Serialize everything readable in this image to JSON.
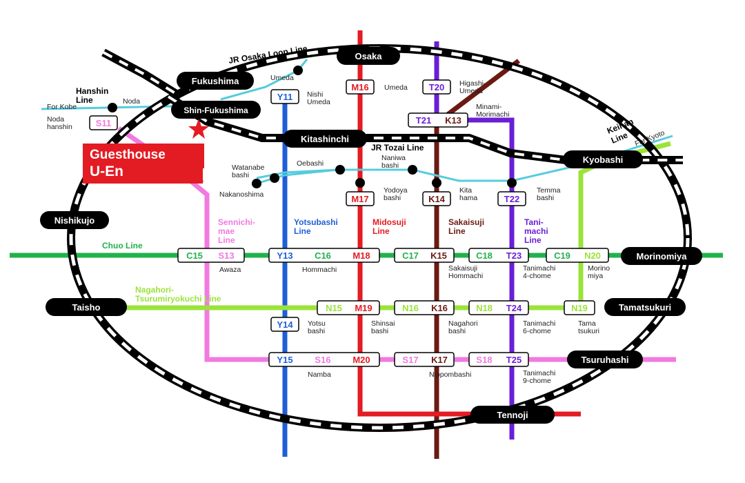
{
  "loop_line": {
    "name": "JR Osaka Loop Line"
  },
  "tozai_line": {
    "name": "JR Tozai Line"
  },
  "hanshin": {
    "name_l1": "Hanshin",
    "name_l2": "Line",
    "for_kobe": "For Kobe",
    "noda": "Noda",
    "noda_hanshin_l1": "Noda",
    "noda_hanshin_l2": "hanshin"
  },
  "keihan": {
    "name_l1": "Keihan",
    "name_l2": "Line",
    "for_kyoto": "For Kyoto"
  },
  "guesthouse": {
    "line1": "Guesthouse",
    "line2": "U-En"
  },
  "jr_stations": {
    "osaka": "Osaka",
    "fukushima": "Fukushima",
    "shin_fukushima": "Shin-Fukushima",
    "kitashinchi": "Kitashinchi",
    "kyobashi": "Kyobashi",
    "nishikujo": "Nishikujo",
    "morinomiya": "Morinomiya",
    "taisho": "Taisho",
    "tamatsukuri": "Tamatsukuri",
    "tsuruhashi": "Tsuruhashi",
    "tennoji": "Tennoji"
  },
  "line_names": {
    "sennichimae": [
      "Sennichi-",
      "mae",
      "Line"
    ],
    "yotsubashi": [
      "Yotsubashi",
      "Line"
    ],
    "midosuji": [
      "Midosuji",
      "Line"
    ],
    "sakaisuji": [
      "Sakaisuji",
      "Line"
    ],
    "tanimachi": [
      "Tani-",
      "machi",
      "Line"
    ],
    "chuo": "Chuo Line",
    "nagahori": [
      "Nagahori-",
      "Tsurumiryokuchi Line"
    ]
  },
  "codes": {
    "y11": "Y11",
    "m16": "M16",
    "t20": "T20",
    "s11": "S11",
    "t21": "T21",
    "k13": "K13",
    "m17": "M17",
    "k14": "K14",
    "t22": "T22",
    "c15": "C15",
    "s13": "S13",
    "y13": "Y13",
    "c16": "C16",
    "m18": "M18",
    "c17": "C17",
    "k15": "K15",
    "c18": "C18",
    "t23": "T23",
    "c19": "C19",
    "n20": "N20",
    "n15": "N15",
    "m19": "M19",
    "n16": "N16",
    "k16": "K16",
    "n18": "N18",
    "t24": "T24",
    "n19": "N19",
    "y14": "Y14",
    "y15": "Y15",
    "s16": "S16",
    "m20": "M20",
    "s17": "S17",
    "k17": "K17",
    "s18": "S18",
    "t25": "T25"
  },
  "names": {
    "umeda_top": "Umeda",
    "nishi_umeda": [
      "Nishi",
      "Umeda"
    ],
    "umeda": "Umeda",
    "higashi_umeda": [
      "Higashi-",
      "Umeda"
    ],
    "minami_morimachi": [
      "Minami-",
      "Morimachi"
    ],
    "watanabe_bashi": [
      "Watanabe",
      "bashi"
    ],
    "oebashi": "Oebashi",
    "naniwa_bashi": [
      "Naniwa",
      "bashi"
    ],
    "nakanoshima": "Nakanoshima",
    "yodoya_bashi": [
      "Yodoya",
      "bashi"
    ],
    "kita_hama": [
      "Kita",
      "hama"
    ],
    "temma_bashi": [
      "Temma",
      "bashi"
    ],
    "awaza": "Awaza",
    "hommachi": "Hommachi",
    "sakaisuji_hommachi": [
      "Sakaisuji",
      "Hommachi"
    ],
    "tanimachi_4": [
      "Tanimachi",
      "4-chome"
    ],
    "morino_miya": [
      "Morino",
      "miya"
    ],
    "yotsu_bashi": [
      "Yotsu",
      "bashi"
    ],
    "shinsai_bashi": [
      "Shinsai",
      "bashi"
    ],
    "nagahori_bashi": [
      "Nagahori",
      "bashi"
    ],
    "tanimachi_6": [
      "Tanimachi",
      "6-chome"
    ],
    "tama_tsukuri": [
      "Tama",
      "tsukuri"
    ],
    "namba": "Namba",
    "nippombashi": "Nippombashi",
    "tanimachi_9": [
      "Tanimachi",
      "9-chome"
    ]
  },
  "colors": {
    "yotsubashi": "#1f5fd6",
    "midosuji": "#e31b23",
    "sakaisuji": "#6b1a12",
    "tanimachi": "#6a1fd6",
    "chuo": "#22b24c",
    "nagahori": "#9be33a",
    "sennichimae": "#f07ae0",
    "tozai": "#55ccdd",
    "guesthouse": "#e31b23"
  }
}
